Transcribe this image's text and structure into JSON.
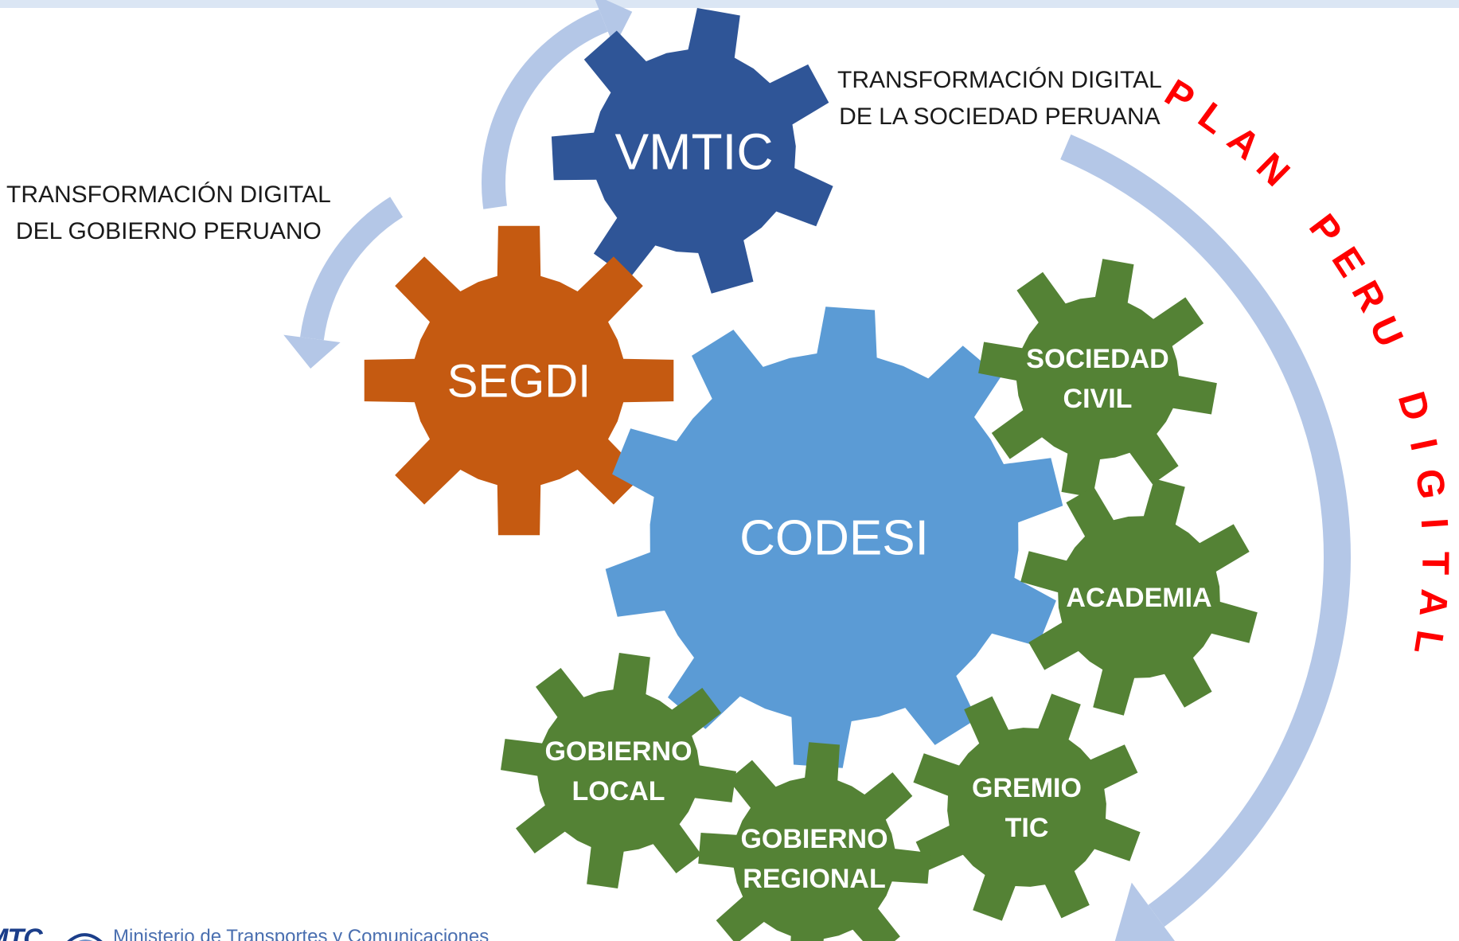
{
  "captions": {
    "digital_society": [
      "TRANSFORMACIÓN DIGITAL",
      "DE LA SOCIEDAD PERUANA"
    ],
    "digital_government": [
      "TRANSFORMACIÓN DIGITAL",
      "DEL GOBIERNO PERUANO"
    ]
  },
  "plan_label": "PLAN PERU DIGITAL",
  "gears": [
    {
      "id": "vmtic",
      "lines": [
        "VMTIC"
      ],
      "color": "#2f5597",
      "bold": false
    },
    {
      "id": "segdi",
      "lines": [
        "SEGDI"
      ],
      "color": "#c55a11",
      "bold": false
    },
    {
      "id": "codesi",
      "lines": [
        "CODESI"
      ],
      "color": "#5b9bd5",
      "bold": false
    },
    {
      "id": "sociedad-civil",
      "lines": [
        "SOCIEDAD",
        "CIVIL"
      ],
      "color": "#548235",
      "bold": true
    },
    {
      "id": "academia",
      "lines": [
        "ACADEMIA"
      ],
      "color": "#548235",
      "bold": true
    },
    {
      "id": "gremio-tic",
      "lines": [
        "GREMIO",
        "TIC"
      ],
      "color": "#548235",
      "bold": true
    },
    {
      "id": "gobierno-regional",
      "lines": [
        "GOBIERNO",
        "REGIONAL"
      ],
      "color": "#548235",
      "bold": true
    },
    {
      "id": "gobierno-local",
      "lines": [
        "GOBIERNO",
        "LOCAL"
      ],
      "color": "#548235",
      "bold": true
    }
  ],
  "footer": {
    "logo_text": "MTC",
    "ministry_name": "Ministerio de Transportes y Comunicaciones"
  },
  "colors": {
    "arrow": "#b4c7e7",
    "plan_text": "#ff0000",
    "caption_text": "#1a1a1a"
  }
}
